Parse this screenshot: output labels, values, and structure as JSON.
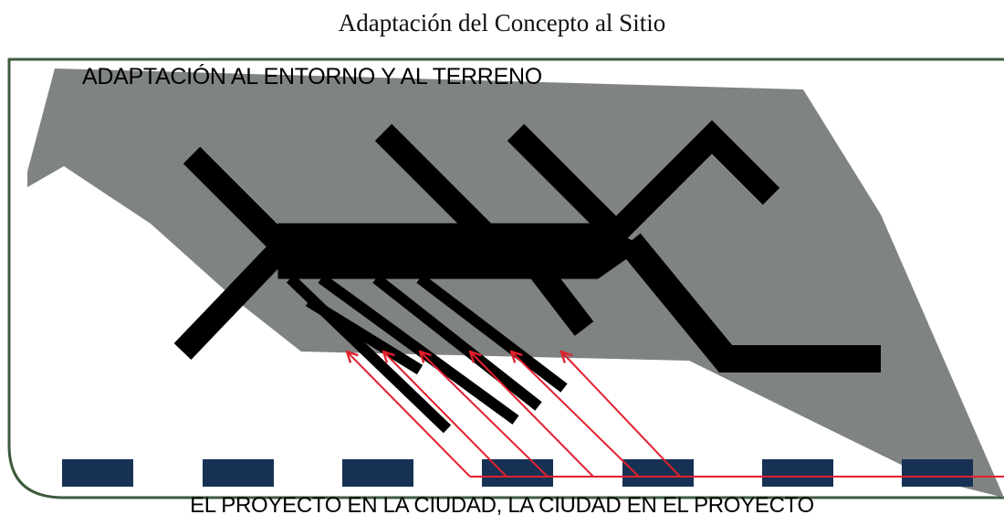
{
  "page": {
    "title": "Adaptación del Concepto al Sitio"
  },
  "diagram": {
    "top_label": "ADAPTACIÓN AL ENTORNO Y AL TERRENO",
    "bottom_label": "EL PROYECTO EN LA CIUDAD, LA CIUDAD EN EL PROYECTO",
    "block_count": 7,
    "arrow_count": 6,
    "colors": {
      "frame": "#3f5a3d",
      "terrain": "#7f8381",
      "building": "#000000",
      "blocks": "#173154",
      "arrows": "#e2202c"
    }
  }
}
